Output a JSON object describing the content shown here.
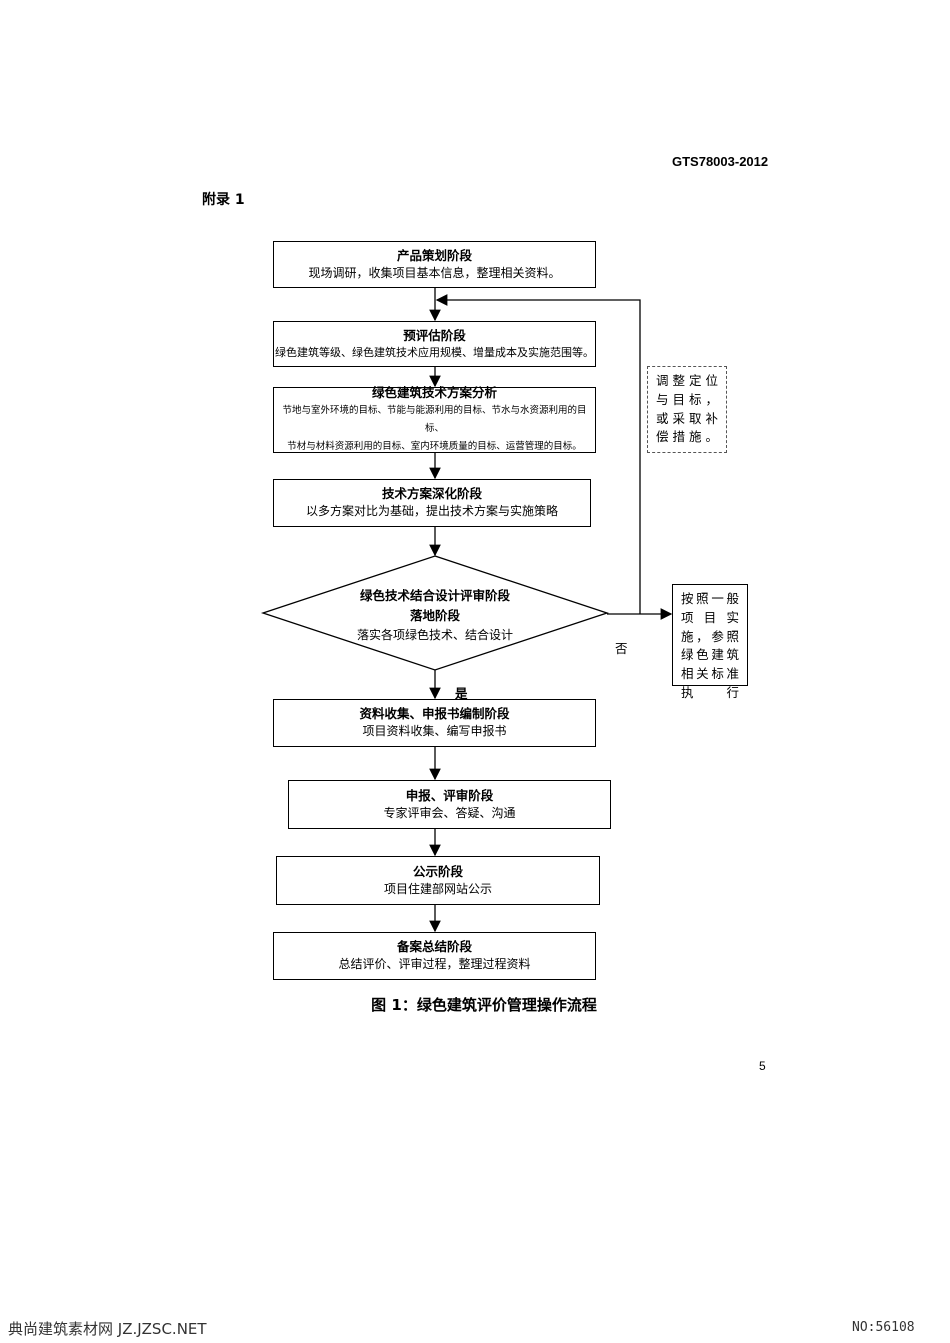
{
  "header": {
    "doc_code": "GTS78003-2012",
    "appendix": "附录 1"
  },
  "flow": {
    "s1": {
      "title": "产品策划阶段",
      "desc": "现场调研，收集项目基本信息，整理相关资料。"
    },
    "s2": {
      "title": "预评估阶段",
      "desc": "绿色建筑等级、绿色建筑技术应用规模、增量成本及实施范围等。"
    },
    "s3": {
      "title": "绿色建筑技术方案分析",
      "desc1": "节地与室外环境的目标、节能与能源利用的目标、节水与水资源利用的目标、",
      "desc2": "节材与材料资源利用的目标、室内环境质量的目标、运营管理的目标。"
    },
    "s4": {
      "title": "技术方案深化阶段",
      "desc": "以多方案对比为基础，提出技术方案与实施策略"
    },
    "decision": {
      "title1": "绿色技术结合设计评审阶段",
      "title2": "落地阶段",
      "desc": "落实各项绿色技术、结合设计"
    },
    "note_adjust": "调整定位与目标，或采取补偿措施。",
    "note_general": "按照一般项目实施，参照绿色建筑相关标准执行",
    "label_no": "否",
    "label_yes": "是",
    "s5": {
      "title": "资料收集、申报书编制阶段",
      "desc": "项目资料收集、编写申报书"
    },
    "s6": {
      "title": "申报、评审阶段",
      "desc": "专家评审会、答疑、沟通"
    },
    "s7": {
      "title": "公示阶段",
      "desc": "项目住建部网站公示"
    },
    "s8": {
      "title": "备案总结阶段",
      "desc": "总结评价、评审过程，整理过程资料"
    }
  },
  "caption": "图 1：绿色建筑评价管理操作流程",
  "page_number": "5",
  "watermark": {
    "left": "典尚建筑素材网 JZ.JZSC.NET",
    "right": "NO:56108"
  }
}
